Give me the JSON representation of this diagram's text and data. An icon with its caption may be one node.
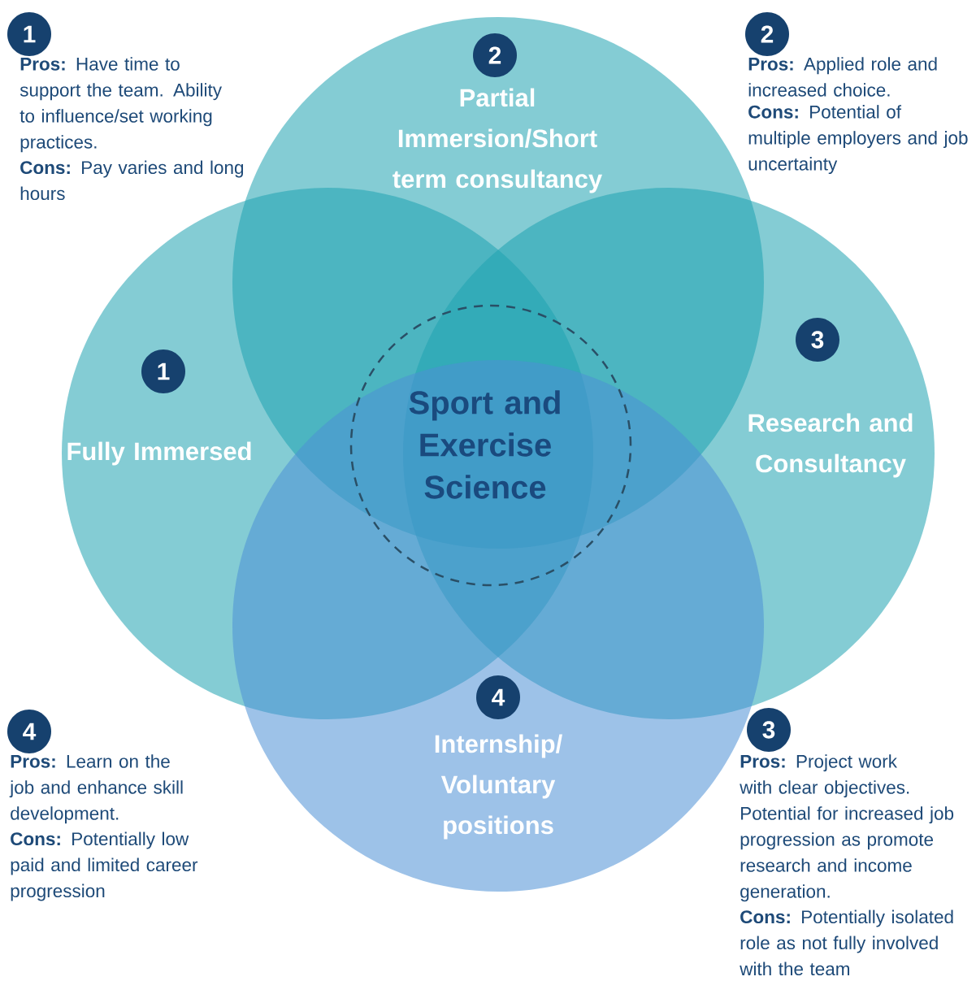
{
  "diagram": {
    "nodes": [
      {
        "text": [
          "1"
        ],
        "beside": [
          "**Pros:** Have time to support the team. Ability to influence/set working practices.",
          "**Cons:** Pay varies and long hours"
        ]
      },
      {
        "text": [
          "2",
          "Partial Immersion/Short term consultancy"
        ]
      },
      {
        "text": [
          "2"
        ],
        "beside": [
          "**Pros:**  Applied role and increased choice.",
          "**Cons:** Potential of multiple employers and job uncertainty"
        ]
      },
      {
        "text": [
          "1",
          "Fully Immersed"
        ]
      },
      {
        "text": [
          "3",
          "Research and Consultancy"
        ]
      },
      {
        "text": [
          "4",
          "Internship/ Voluntary positions"
        ]
      },
      {
        "text": [
          "4"
        ],
        "beside": [
          "**Pros:** Learn on the job and enhance skill development.",
          "**Cons:** Potentially low paid and limited career progression"
        ]
      },
      {
        "text": [
          "3"
        ],
        "beside": [
          "**Pros:** Project work with clear objectives. Potential for increased job progression as promote research and income generation.",
          "**Cons:** Potentially isolated role as not fully involved with the team"
        ]
      },
      {
        "text": [
          "Sport and Exercise Science"
        ]
      }
    ]
  }
}
